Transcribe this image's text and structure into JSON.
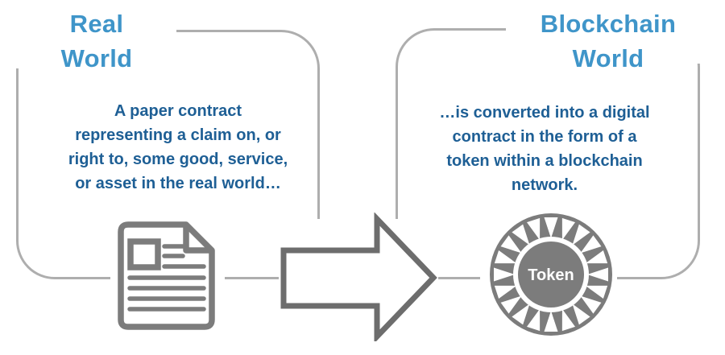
{
  "panels": {
    "left": {
      "title": "Real World",
      "title_lines": [
        "Real",
        "World"
      ],
      "description_lines": [
        "A paper contract",
        "representing a claim on, or",
        "right to, some good, service,",
        "or asset in the real world…"
      ]
    },
    "right": {
      "title": "Blockchain World",
      "title_lines": [
        "Blockchain",
        "World"
      ],
      "description_lines": [
        "…is converted into a digital",
        "contract in the form of a",
        "token within a blockchain",
        "network."
      ]
    }
  },
  "token": {
    "label": "Token"
  },
  "icons": {
    "document": "document-icon",
    "arrow": "arrow-right-icon",
    "token_coin": "token-coin-icon"
  },
  "colors": {
    "title_blue": "#3f95c9",
    "body_blue": "#1e5f95",
    "outline_gray": "#aeaeae",
    "icon_gray": "#7c7c7c",
    "arrow_gray": "#6d6d6d"
  }
}
